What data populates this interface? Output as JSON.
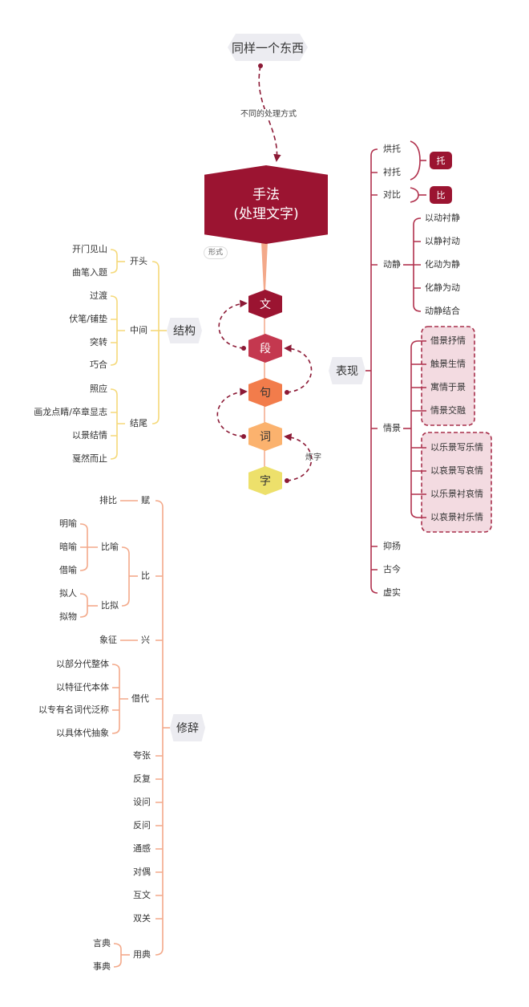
{
  "top_node": "同样一个东西",
  "top_link_label": "不同的处理方式",
  "root": {
    "line1": "手法",
    "line2": "(处理文字)"
  },
  "form_pill": "形式",
  "levels": [
    {
      "label": "文",
      "color": "#9b1431",
      "text_color": "#ffffff"
    },
    {
      "label": "段",
      "color": "#c4384f",
      "text_color": "#ffffff"
    },
    {
      "label": "句",
      "color": "#f27c4b",
      "text_color": "#333333"
    },
    {
      "label": "词",
      "color": "#fbb26e",
      "text_color": "#333333"
    },
    {
      "label": "字",
      "color": "#ede06b",
      "text_color": "#333333"
    }
  ],
  "level_link_label": "炼字",
  "colors": {
    "structure": "#f5d97a",
    "rhetoric": "#f3a98a",
    "expression": "#b0304c",
    "dashed": "#8c1a36",
    "group_fill": "#f3dbe1",
    "group_border": "#a8304c"
  },
  "structure": {
    "label": "结构",
    "groups": [
      {
        "label": "开头",
        "items": [
          "开门见山",
          "曲笔入题"
        ]
      },
      {
        "label": "中间",
        "items": [
          "过渡",
          "伏笔/铺垫",
          "突转",
          "巧合"
        ]
      },
      {
        "label": "结尾",
        "items": [
          "照应",
          "画龙点睛/卒章显志",
          "以景结情",
          "戛然而止"
        ]
      }
    ]
  },
  "expression": {
    "label": "表现",
    "tuo_items": [
      "烘托",
      "衬托"
    ],
    "tuo_badge": "托",
    "bi_item": "对比",
    "bi_badge": "比",
    "dongjing": {
      "label": "动静",
      "items": [
        "以动衬静",
        "以静衬动",
        "化动为静",
        "化静为动",
        "动静结合"
      ]
    },
    "qingjing": {
      "label": "情景",
      "group1": [
        "借景抒情",
        "触景生情",
        "寓情于景",
        "情景交融"
      ],
      "group2": [
        "以乐景写乐情",
        "以哀景写哀情",
        "以乐景衬哀情",
        "以哀景衬乐情"
      ]
    },
    "others": [
      "抑扬",
      "古今",
      "虚实"
    ]
  },
  "rhetoric": {
    "label": "修辞",
    "fu": {
      "label": "赋",
      "child": "排比"
    },
    "bi": {
      "label": "比",
      "biyu": {
        "label": "比喻",
        "items": [
          "明喻",
          "暗喻",
          "借喻"
        ]
      },
      "bini": {
        "label": "比拟",
        "items": [
          "拟人",
          "拟物"
        ]
      }
    },
    "xing": {
      "label": "兴",
      "child": "象征"
    },
    "jiedai": {
      "label": "借代",
      "items": [
        "以部分代整体",
        "以特征代本体",
        "以专有名词代泛称",
        "以具体代抽象"
      ]
    },
    "simple": [
      "夸张",
      "反复",
      "设问",
      "反问",
      "通感",
      "对偶",
      "互文",
      "双关"
    ],
    "yongdian": {
      "label": "用典",
      "items": [
        "言典",
        "事典"
      ]
    }
  }
}
